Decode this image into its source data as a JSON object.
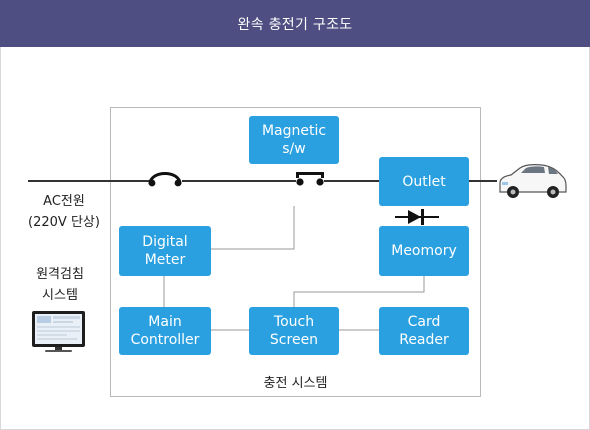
{
  "title": "완속 충전기 구조도",
  "system_label": "충전 시스템",
  "left_labels": {
    "ac_power": "AC전원\n(220V 단상)",
    "remote_metering": "원격검침\n시스템"
  },
  "blocks": {
    "magnetic": "Magnetic\ns/w",
    "outlet": "Outlet",
    "digital_meter": "Digital\nMeter",
    "memory": "Meomory",
    "main_controller": "Main\nController",
    "touch_screen": "Touch\nScreen",
    "card_reader": "Card\nReader"
  },
  "icons": [
    "breaker-icon",
    "switch-contact-icon",
    "diode-icon",
    "car-icon",
    "monitor-icon"
  ],
  "colors": {
    "header_bg": "#4e4e82",
    "block_bg": "#2aa0e0",
    "line": "#333333",
    "thin_line": "#9a9a9a"
  }
}
